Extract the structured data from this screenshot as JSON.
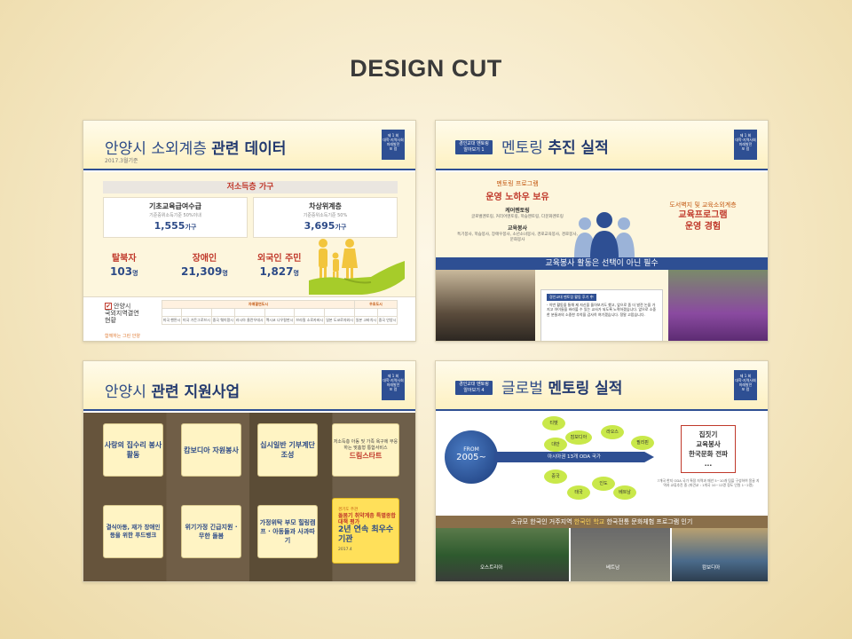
{
  "page_title": "DESIGN CUT",
  "logo": [
    "제  1  회",
    "대학-지역사회",
    "미래발전",
    "포    럼"
  ],
  "slide1": {
    "title_plain": "안양시 소외계층 ",
    "title_bold": "관련 데이터",
    "date": "2017.3월기준",
    "band": "저소득층 가구",
    "cells": [
      {
        "title": "기초교육급여수급",
        "desc": "기준중위소득기준 50%이내",
        "value": "1,555",
        "unit": "가구"
      },
      {
        "title": "차상위계층",
        "desc": "기준중위소득기준 50%",
        "value": "3,695",
        "unit": "가구"
      }
    ],
    "stats": [
      {
        "label": "탈북자",
        "value": "103",
        "unit": "명"
      },
      {
        "label": "장애인",
        "value": "21,309",
        "unit": "명"
      },
      {
        "label": "외국인 주민",
        "value": "1,827",
        "unit": "명"
      }
    ],
    "check_label": [
      "안양시",
      "국외지역결연",
      "현황"
    ],
    "check_mark": "✔",
    "table_header_a": "자매결연도시",
    "table_header_b": "우호도시",
    "table_cells": [
      "미국 핸튼시",
      "미국 가든그로브시",
      "중국 웨이팡시",
      "러시아 울란우데시",
      "멕시코 나우칼판시",
      "브라질 소로카바시",
      "일본 도코로자와시",
      "일본 고바치시",
      "중국 안양시"
    ],
    "bottom_logo": "함께하는 그린 안양"
  },
  "slide2": {
    "tag": [
      "경인교대 멘토링",
      "알아보기 1"
    ],
    "title_plain": "멘토링 ",
    "title_bold": "추진 실적",
    "left_a": "멘토링 프로그램",
    "left_b": "운영 노하우 보유",
    "left_c": "케어멘토링",
    "left_d": "글로벌멘토링, 커리어멘토링, 학습멘토링, 다문화멘토링",
    "left_e": "교육봉사",
    "left_f": "특기봉사, 학습봉사, 장애우봉사, 소년소녀봉사, 경로교육봉사, 경로봉사, 문화봉사",
    "right_a": "도서벽지 및 교육소외계층",
    "right_b": "교육프로그램",
    "right_c": "운영 경험",
    "bar": "교육봉사 활동은 선택이 아닌 필수",
    "note_tag": "경인교대 멘토링 활동 후기 中",
    "note_text": "- 이번 활동을 통해 제 자신을 돌아보기도 했고, 앞으로 좀 더 발전 논을 가지고 아이들을 바라볼 수 있는 교사가 되도록 노력하겠습니다. 앞으로 소중한 분들과의 소중한 추억을 감사히 여기겠습니다. 정말 고맙습니다."
  },
  "slide3": {
    "title_plain": "안양시 ",
    "title_bold": "관련 지원사업",
    "boxes": [
      "사랑의 집수리 봉사활동",
      "캄보디아 자원봉사",
      "십시일반 기부계단 조성"
    ],
    "box4": "저소득층 아동 및 가족 욕구에 부응하는 맞춤형 통합서비스",
    "box4_red": "드림스타트",
    "boxes_bottom": [
      "결식아동, 재가 장애인 등을 위한 푸드뱅크",
      "위기가정 긴급지원 · 무한 돌봄",
      "가정위탁 부모 힐링캠프 · 아동들과 사과따기"
    ],
    "award_t1": "경기도 주관",
    "award_t2": "돌봄기 취약계층 특별종합대책 평가",
    "award_t3": "2년 연속 최우수 기관",
    "award_t4": "2017.4"
  },
  "slide4": {
    "tag": [
      "경인교대 멘토링",
      "알아보기 4"
    ],
    "title_plain": "글로벌 ",
    "title_bold": "멘토링 실적",
    "from": "FROM",
    "year": "2005~",
    "arrow": "아시아권 13개 ODA 국가",
    "countries": [
      "티벳",
      "캄보디아",
      "라오스",
      "대만",
      "필리핀",
      "중국",
      "태국",
      "인도",
      "베트남"
    ],
    "right_box": [
      "집짓기",
      "교육봉사",
      "한국문화 전파",
      "..."
    ],
    "right_small": "7개국 한지 ODA 국가 특정 자역과 매년 5~10개 팀을 구성하여 몽골 지역과 교류추진 중 (파견교 : 1개국 10~12명 정도 인원 1~2명)",
    "bar_a": "소규모 한국인 거주지역 ",
    "bar_b": "한국인 학교",
    "bar_c": " 한국전통 문화체험 프로그램 인기",
    "photo_labels": [
      "오스트리아",
      "베트남",
      "캄보디아"
    ]
  }
}
